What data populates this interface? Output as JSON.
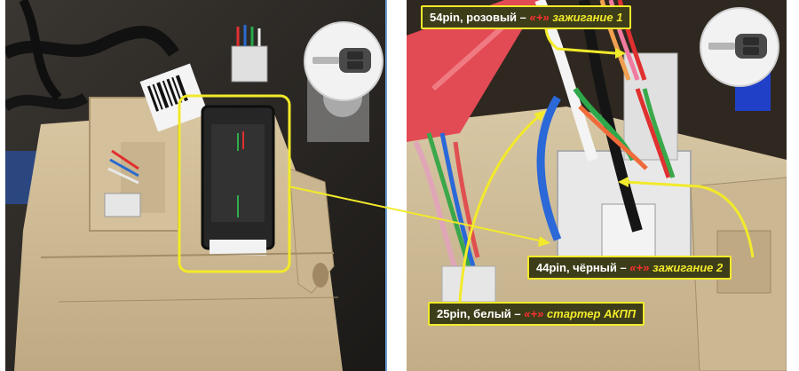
{
  "callouts": {
    "pin54": {
      "label": "54pin, розовый – ",
      "plus": "«+»",
      "func": "зажигание 1"
    },
    "pin44": {
      "label": "44pin, чёрный – ",
      "plus": "«+»",
      "func": "зажигание 2"
    },
    "pin25": {
      "label": "25pin, белый – ",
      "plus": "«+»",
      "func": "стартер АКПП"
    }
  },
  "colors": {
    "highlight": "#f2ea2a",
    "plus_sign": "#ff3030",
    "callout_bg": "#3d3d1a",
    "fuse_box": "#cdb895"
  },
  "icons": [
    "car-key-icon"
  ]
}
